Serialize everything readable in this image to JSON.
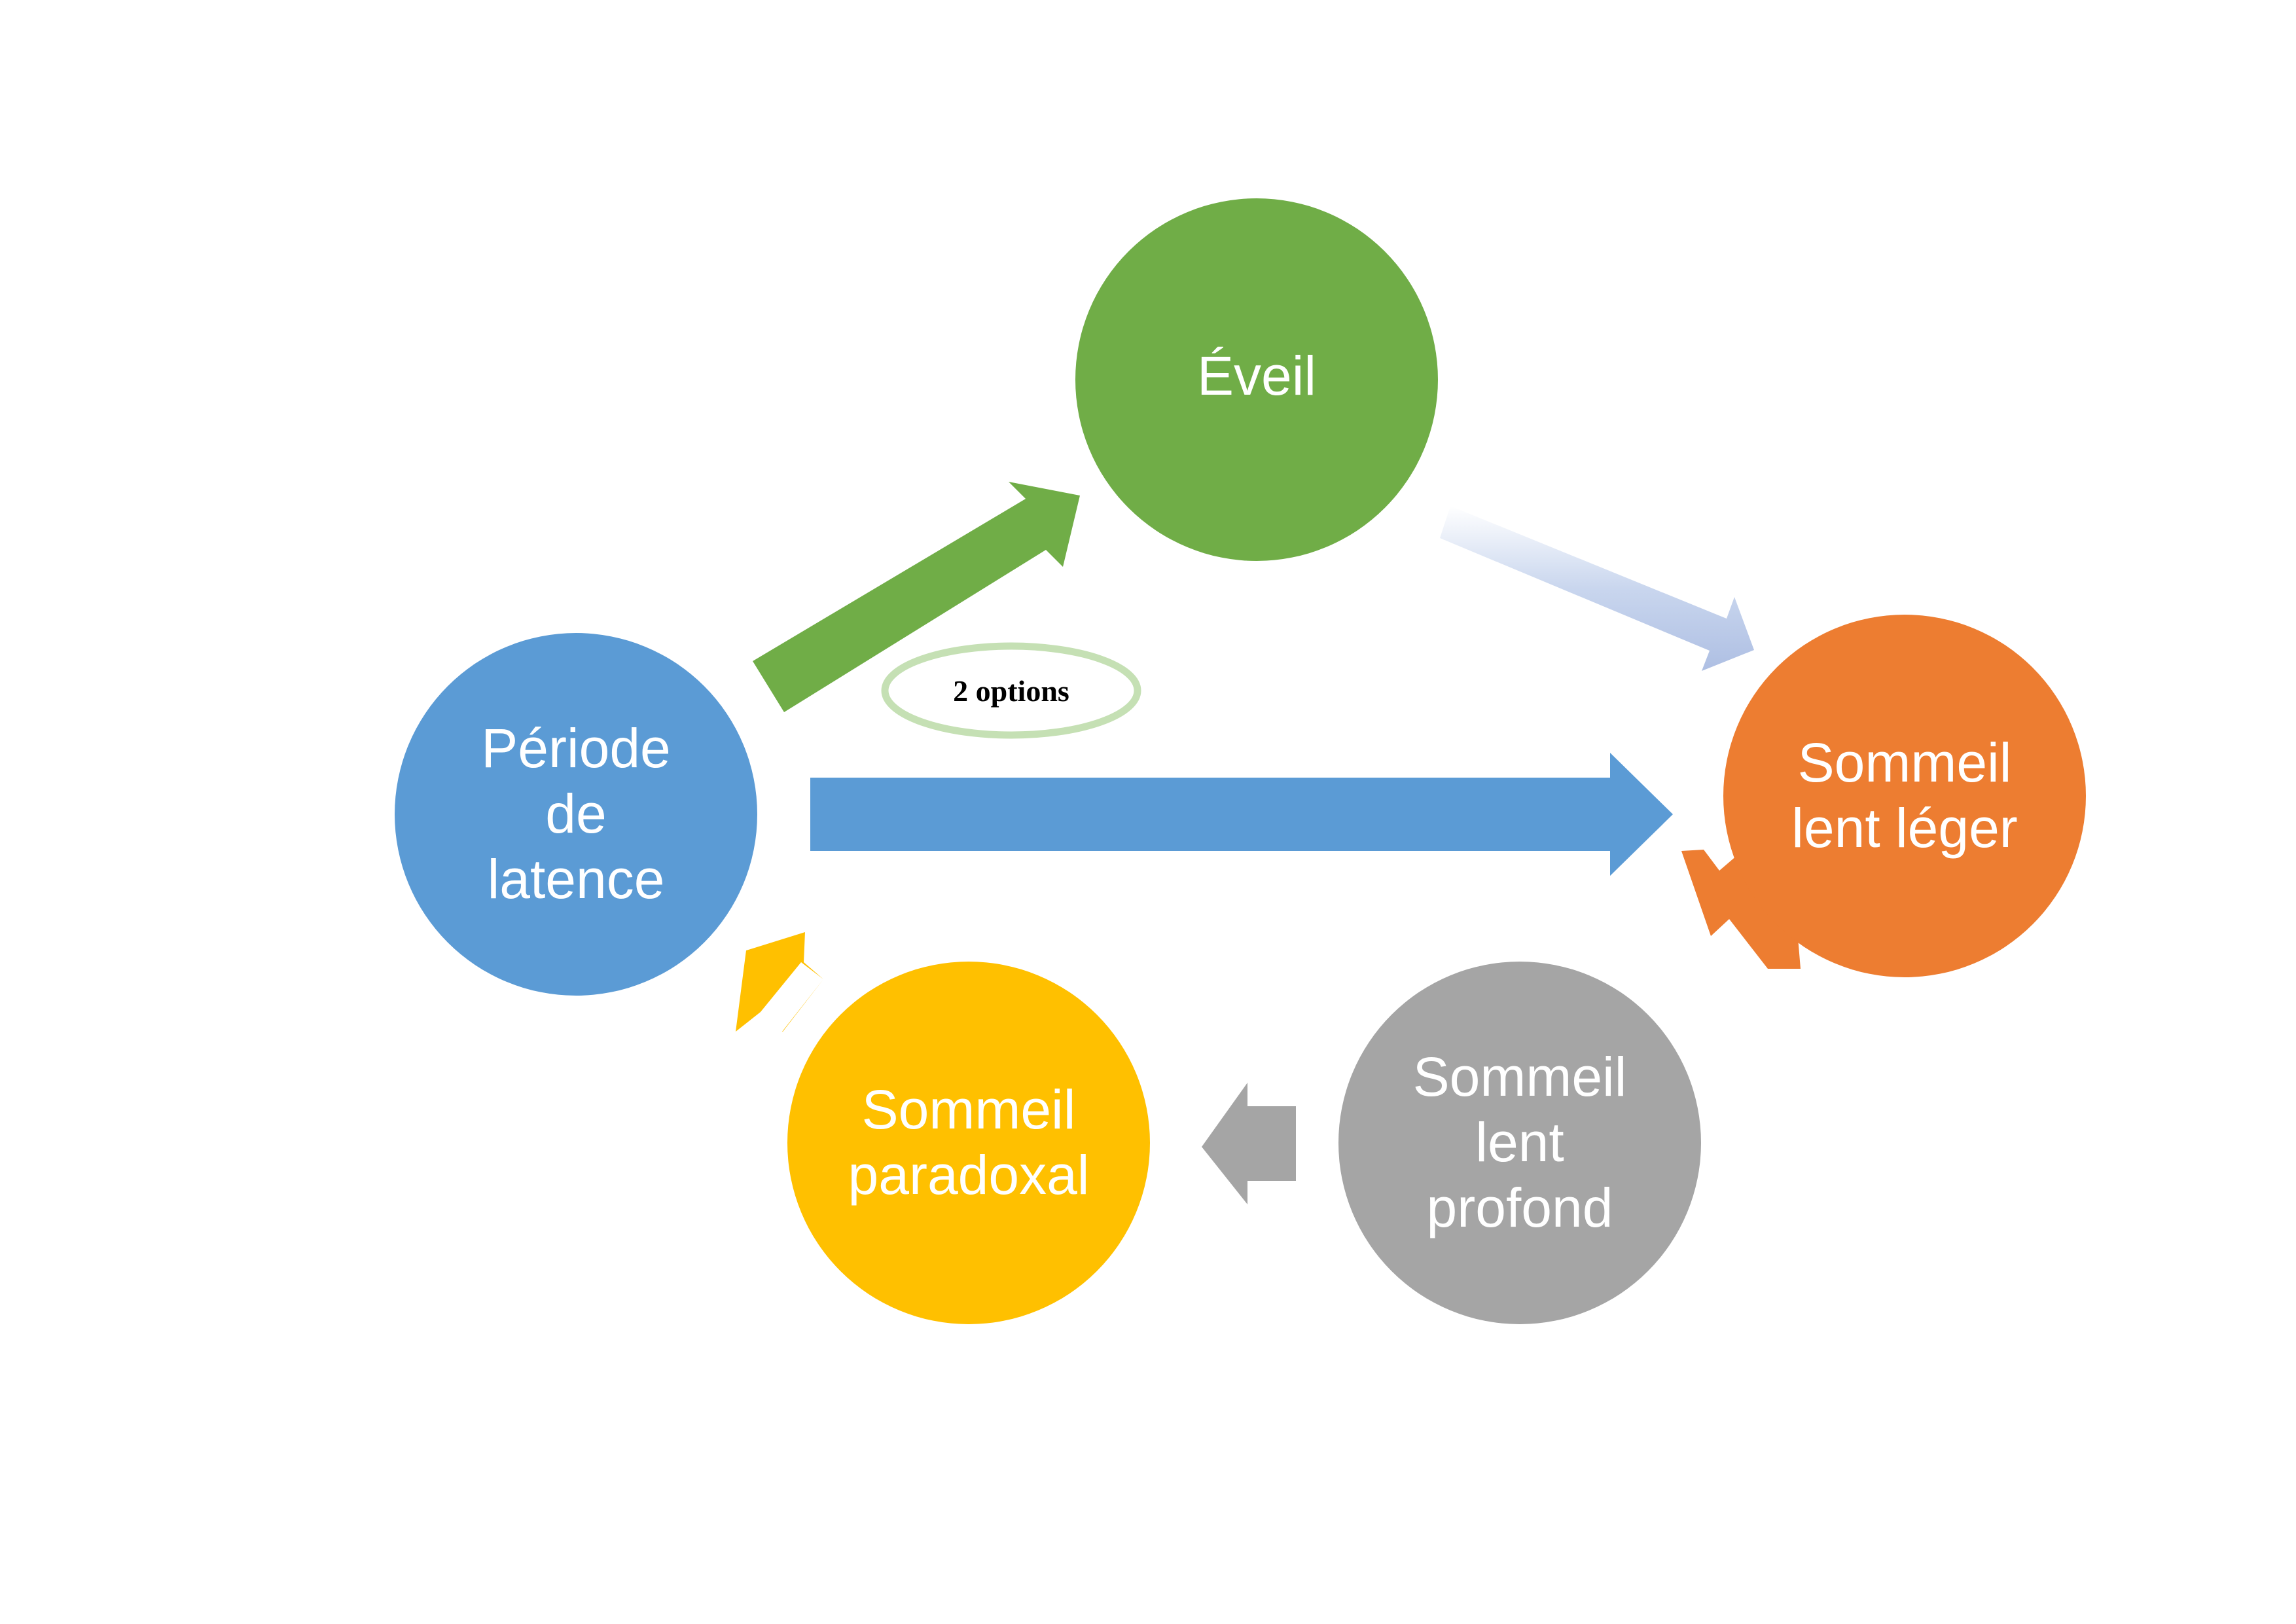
{
  "diagram": {
    "nodes": [
      {
        "id": "eveil",
        "lines": [
          "Éveil"
        ],
        "color": "#70AD47"
      },
      {
        "id": "latence",
        "lines": [
          "Période",
          "de",
          "latence"
        ],
        "color": "#5B9BD5"
      },
      {
        "id": "leger",
        "lines": [
          "Sommeil",
          "lent léger"
        ],
        "color": "#ED7D31"
      },
      {
        "id": "profond",
        "lines": [
          "Sommeil",
          "lent",
          "profond"
        ],
        "color": "#A5A5A5"
      },
      {
        "id": "paradoxal",
        "lines": [
          "Sommeil",
          "paradoxal"
        ],
        "color": "#FFC000"
      }
    ],
    "badge": {
      "label": "2 options",
      "border_color": "#C5E0B4"
    },
    "edges": [
      {
        "from": "latence",
        "to": "eveil",
        "color": "#70AD47"
      },
      {
        "from": "eveil",
        "to": "leger",
        "color": "#B4C7E7"
      },
      {
        "from": "latence",
        "to": "leger",
        "color": "#5B9BD5"
      },
      {
        "from": "leger",
        "to": "profond",
        "color": "#ED7D31"
      },
      {
        "from": "profond",
        "to": "paradoxal",
        "color": "#A5A5A5"
      },
      {
        "from": "paradoxal",
        "to": "latence",
        "color": "#FFC000"
      }
    ]
  }
}
